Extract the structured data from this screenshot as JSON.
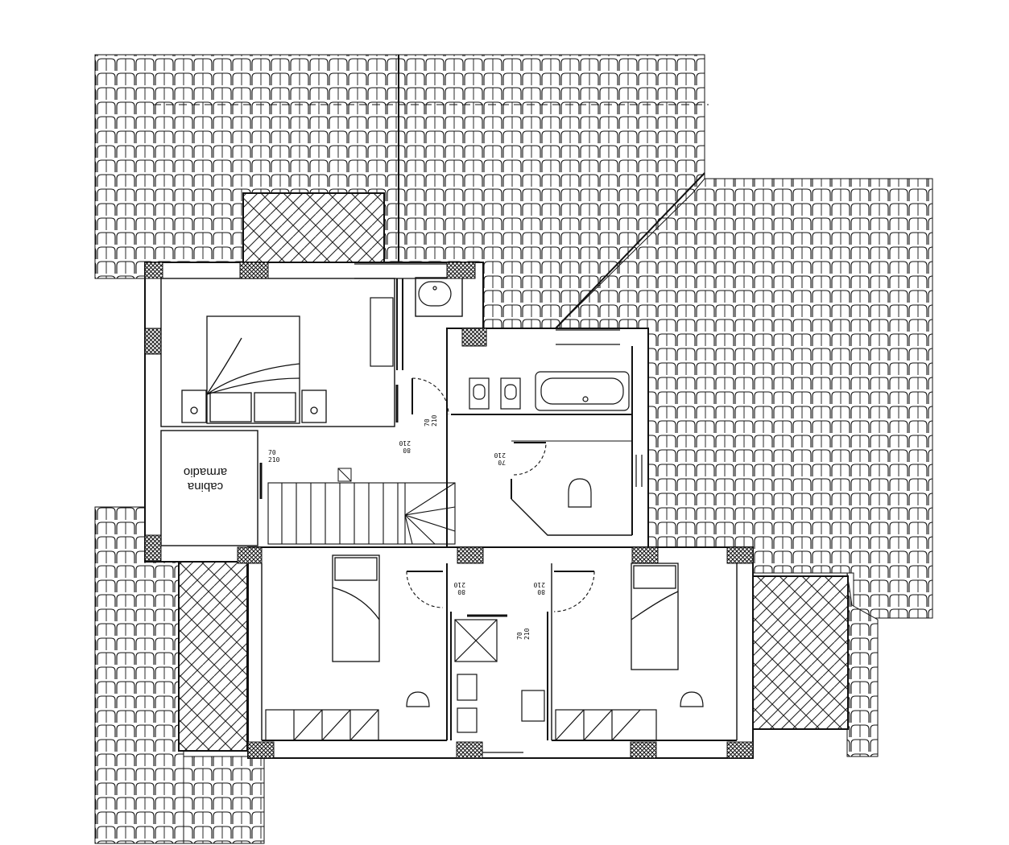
{
  "drawing": {
    "labels": {
      "walk_in_line1": "cabina",
      "walk_in_line2": "armadio"
    },
    "door_dimensions": [
      {
        "id": "d1",
        "width": "70",
        "height": "210"
      },
      {
        "id": "d2",
        "width": "80",
        "height": "210"
      },
      {
        "id": "d3",
        "width": "70",
        "height": "210"
      },
      {
        "id": "d4",
        "width": "70",
        "height": "210"
      },
      {
        "id": "d5",
        "width": "80",
        "height": "210"
      },
      {
        "id": "d6",
        "width": "80",
        "height": "210"
      },
      {
        "id": "d7",
        "width": "70",
        "height": "210"
      }
    ],
    "colors": {
      "line": "#111111",
      "background": "#ffffff",
      "hatch": "#222222"
    }
  }
}
